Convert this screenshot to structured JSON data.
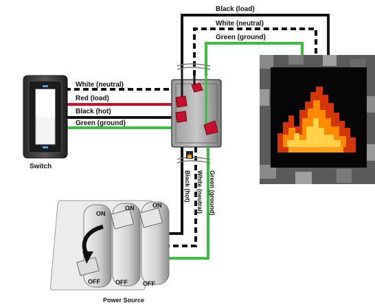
{
  "wire_labels": {
    "black_load": "Black (load)",
    "white_neutral_top": "White (neutral)",
    "green_ground_top": "Green (ground)",
    "white_neutral_left": "White (neutral)",
    "red_load": "Red (load)",
    "black_hot_left": "Black (hot)",
    "green_ground_left": "Green (ground)",
    "black_hot_vertical": "Black (hot)",
    "white_neutral_vertical": "White (neutral)",
    "green_ground_vertical": "Green (ground)"
  },
  "switch": {
    "label": "Switch"
  },
  "power_source": {
    "label": "Power Source",
    "breakers": [
      {
        "top": "ON",
        "bottom": "OFF"
      },
      {
        "top": "ON",
        "bottom": "OFF"
      },
      {
        "top": "ON",
        "bottom": "OFF"
      }
    ]
  },
  "colors": {
    "black": "#111111",
    "red": "#c8102e",
    "green": "#35c23a",
    "box": "#8a8a8a",
    "fire": "#ff8a00"
  },
  "icons": [
    "fire-icon",
    "wire-nut-icon",
    "arrow-icon"
  ]
}
